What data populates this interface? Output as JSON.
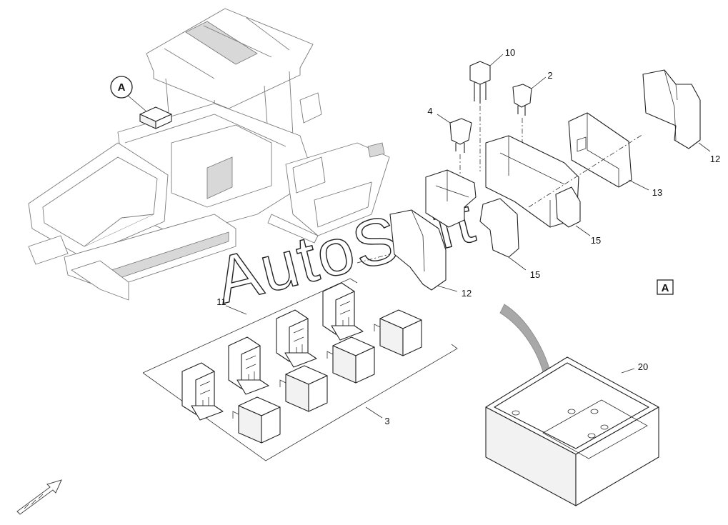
{
  "diagram": {
    "detail_marker": "A",
    "view_label": "A",
    "watermark": "AutoSoft",
    "callouts": {
      "c10": "10",
      "c2": "2",
      "c4": "4",
      "c12a": "12",
      "c13": "13",
      "c15a": "15",
      "c15b": "15",
      "c12b": "12",
      "c11": "11",
      "c3": "3",
      "c20": "20"
    }
  }
}
